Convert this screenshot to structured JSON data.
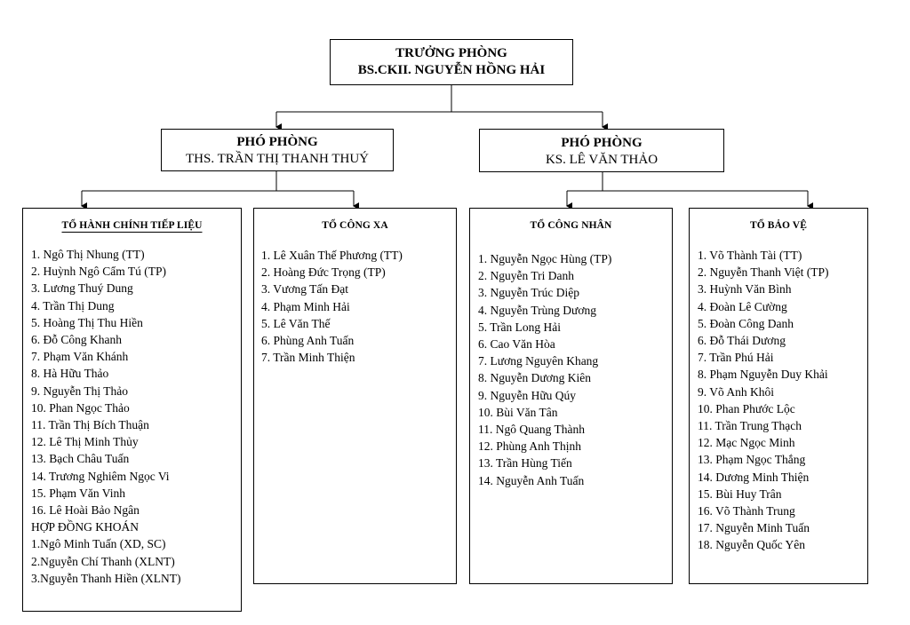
{
  "head": {
    "title": "TRƯỞNG PHÒNG",
    "name": "BS.CKII. NGUYỄN HỒNG HẢI"
  },
  "deputies": [
    {
      "title": "PHÓ PHÒNG",
      "name": "THS. TRẦN THỊ THANH THUÝ"
    },
    {
      "title": "PHÓ PHÒNG",
      "name": "KS. LÊ VĂN THẢO"
    }
  ],
  "teams": [
    {
      "title": "TỔ HÀNH CHÍNH TIẾP LIỆU",
      "members": [
        "1. Ngô Thị Nhung (TT)",
        "2. Huỳnh Ngô Cẩm Tú (TP)",
        "3. Lương Thuý Dung",
        "4. Trần Thị Dung",
        "5. Hoàng Thị Thu Hiền",
        "6. Đỗ Công Khanh",
        "7. Phạm Văn Khánh",
        "8. Hà Hữu Thảo",
        "9. Nguyễn Thị Thảo",
        "10.  Phan Ngọc Thảo",
        "11.  Trần Thị Bích Thuận",
        "12.  Lê Thị Minh Thủy",
        "13.  Bạch Châu Tuấn",
        "14.  Trương Nghiêm Ngọc Vi",
        "15.  Phạm Văn Vinh",
        "16.  Lê Hoài Bảo Ngân"
      ],
      "contract_heading": "HỢP ĐỒNG KHOÁN",
      "contract_members": [
        "1.Ngô Minh Tuấn (XD, SC)",
        "2.Nguyễn Chí Thanh (XLNT)",
        "3.Nguyễn Thanh Hiền (XLNT)"
      ]
    },
    {
      "title": "TỔ CÔNG XA",
      "members": [
        "1. Lê Xuân Thế Phương (TT)",
        "2. Hoàng Đức Trọng (TP)",
        "3. Vương Tấn Đạt",
        "4. Phạm Minh Hải",
        "5. Lê Văn Thế",
        "6. Phùng Anh Tuấn",
        "7. Trần Minh Thiện"
      ]
    },
    {
      "title": "TỔ CÔNG NHÂN",
      "members": [
        "1. Nguyễn Ngọc Hùng (TP)",
        "2. Nguyễn Tri Danh",
        "3. Nguyễn Trúc Diệp",
        "4. Nguyễn Trùng Dương",
        "5. Trần Long Hải",
        "6. Cao Văn Hòa",
        "7. Lương Nguyên Khang",
        "8. Nguyễn Dương Kiên",
        "9. Nguyễn Hữu Qúy",
        "10.  Bùi Văn Tân",
        "11.  Ngô Quang Thành",
        "12.  Phùng Anh Thịnh",
        "13.  Trần Hùng Tiến",
        "14.  Nguyễn Anh Tuấn"
      ]
    },
    {
      "title": "TỔ BẢO VỆ",
      "members": [
        "1. Võ Thành Tài  (TT)",
        "2. Nguyễn Thanh Việt (TP)",
        "3. Huỳnh Văn Bình",
        "4. Đoàn Lê Cường",
        "5. Đoàn Công Danh",
        "6. Đỗ Thái Dương",
        "7. Trần Phú Hải",
        "8. Phạm Nguyễn Duy Khải",
        "9. Võ Anh Khôi",
        "10.  Phan Phước Lộc",
        "11.  Trần Trung Thạch",
        "12.  Mạc Ngọc Minh",
        "13.  Phạm Ngọc Thắng",
        "14.  Dương Minh Thiện",
        "15.  Bùi Huy Trân",
        "16.  Võ Thành Trung",
        "17.  Nguyễn Minh Tuấn",
        "18.  Nguyễn Quốc Yên"
      ]
    }
  ]
}
